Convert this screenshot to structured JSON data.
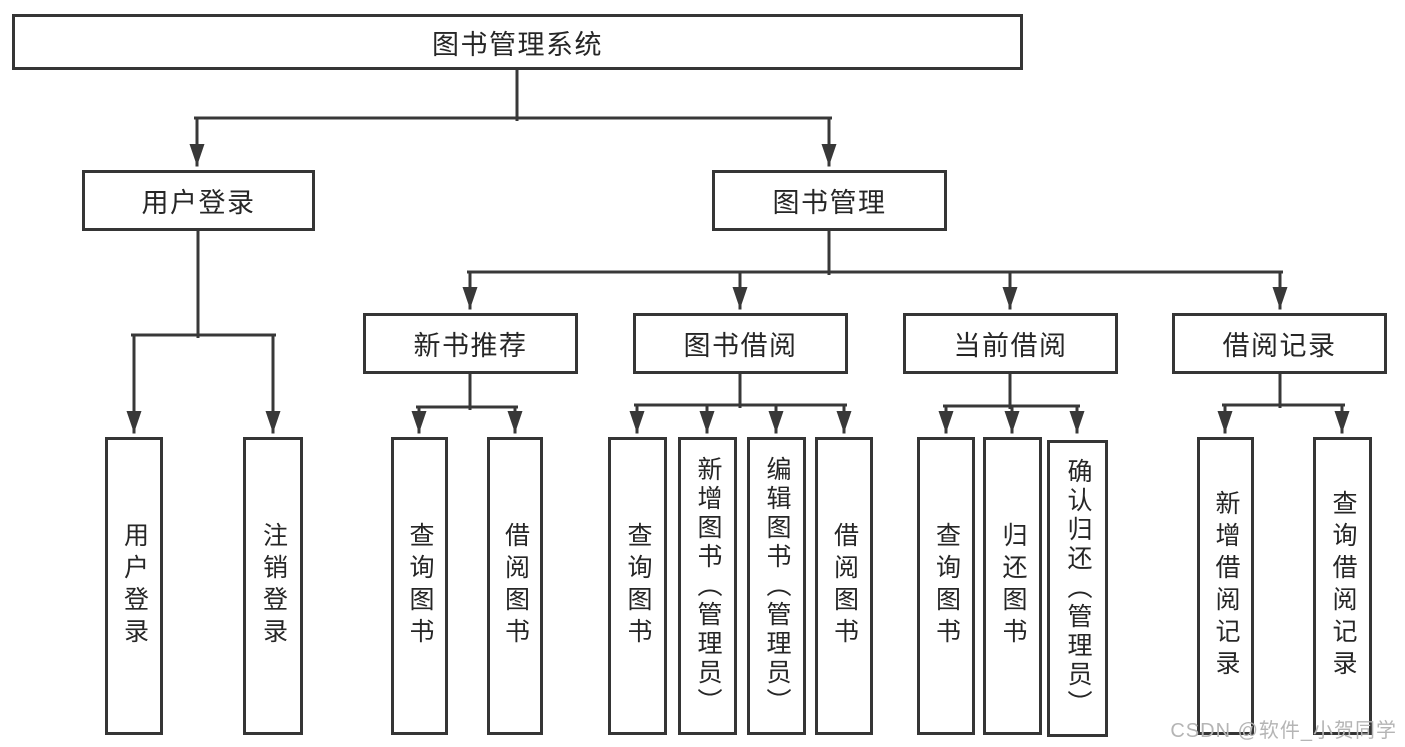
{
  "tree": {
    "root": {
      "label": "图书管理系统"
    },
    "branches": [
      {
        "label": "用户登录",
        "children": [
          "用户登录",
          "注销登录"
        ]
      },
      {
        "label": "图书管理",
        "sections": [
          {
            "label": "新书推荐",
            "children": [
              "查询图书",
              "借阅图书"
            ]
          },
          {
            "label": "图书借阅",
            "children": [
              "查询图书",
              "新增图书（管理员）",
              "编辑图书（管理员）",
              "借阅图书"
            ]
          },
          {
            "label": "当前借阅",
            "children": [
              "查询图书",
              "归还图书",
              "确认归还（管理员）"
            ]
          },
          {
            "label": "借阅记录",
            "children": [
              "新增借阅记录",
              "查询借阅记录"
            ]
          }
        ]
      }
    ]
  },
  "watermark": {
    "text": "CSDN @软件_小贺同学"
  },
  "colors": {
    "line": "#383838",
    "box_border": "#353535",
    "text": "#262626",
    "watermark_gray": "#b5b5b5",
    "background": "#ffffff"
  }
}
